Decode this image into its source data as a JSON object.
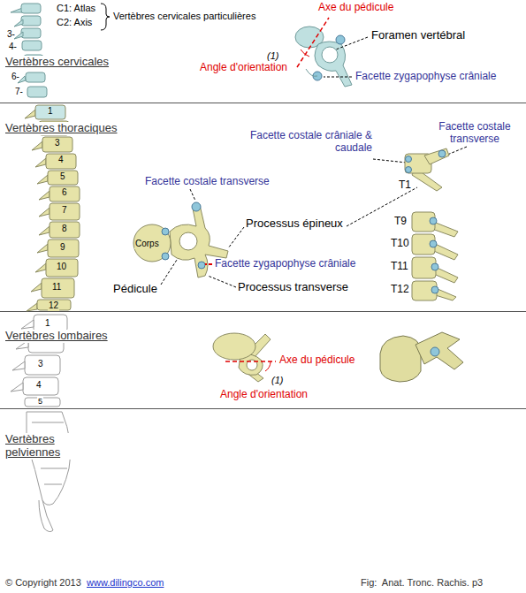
{
  "diagram": {
    "caption": "Fig:  Anat. Tronc. Rachis. p3",
    "labels": [
      "C1: Atlas",
      "C2: Axis",
      "Vertèbres cervicales particulières",
      "3-",
      "4-",
      "Vertèbres cervicales",
      "6-",
      "7-",
      "1",
      "Vertèbres thoraciques",
      "3",
      "4",
      "5",
      "6",
      "7",
      "8",
      "9",
      "10",
      "11",
      "12",
      "1",
      "3",
      "4",
      "5",
      "Vertèbres lombaires",
      "Vertèbres pelviennes",
      "Axe du pédicule",
      "(1)",
      "Angle d'orientation",
      "Foramen vertébral",
      "Facette zygapophyse crâniale",
      "Facette costale crâniale & caudale",
      "Facette costale transverse",
      "T1",
      "Facette costale transverse",
      "Processus épineux",
      "Corps",
      "Facette zygapophyse crâniale",
      "Pédicule",
      "Processus transverse",
      "T9",
      "T10",
      "T11",
      "T12",
      "Axe du pédicule",
      "(1)",
      "Angle d'orientation",
      "© Copyright 2013",
      "www.dilingco.com"
    ]
  }
}
